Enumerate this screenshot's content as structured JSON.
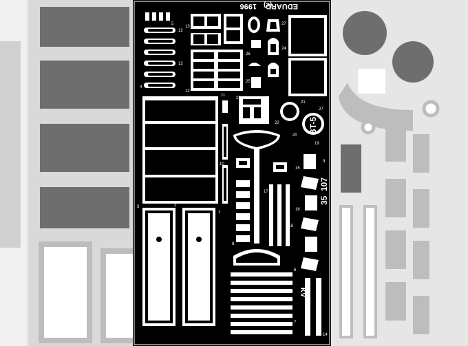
{
  "fret": {
    "maker": "EDUARD",
    "year": "1996",
    "copyright": "(c)",
    "model": "BT-5",
    "scale": "35",
    "set_number": "107",
    "mirror_mark": "KV"
  },
  "part_numbers": {
    "top_strip": "5",
    "top_block": "13",
    "hatch_a": "27",
    "hatch_b": "24",
    "hatch_c": "26",
    "hatch_d": "25",
    "rack_12a": "12",
    "rack_12b": "12",
    "rack_4": "4",
    "rack_12c": "12",
    "rack_11": "11",
    "head_23": "23",
    "disc_21": "21",
    "disc_27": "27",
    "disc_22": "22",
    "disc_20": "20",
    "clip_10": "10",
    "clip_19": "19",
    "side_9": "9",
    "side_16": "16",
    "side_17": "17",
    "side_15": "15",
    "plate_3": "3",
    "plate_1": "1",
    "left_2": "2",
    "small_6": "6",
    "small_7": "7",
    "small_8": "8",
    "small_14": "14",
    "small_18": "18"
  },
  "colors": {
    "fret_metal": "#000000",
    "etched_lines": "#ffffff",
    "background_ghost": "#c8c8c8",
    "ghost_dark": "#6e6e6e",
    "ghost_light": "#b5b5b5"
  }
}
